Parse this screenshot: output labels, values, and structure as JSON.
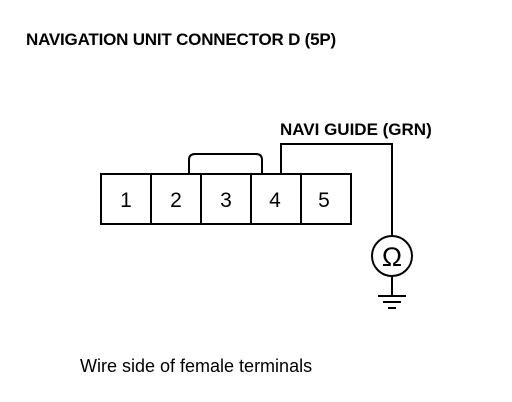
{
  "title": "NAVIGATION UNIT CONNECTOR D (5P)",
  "connector": {
    "terminals": [
      "1",
      "2",
      "3",
      "4",
      "5"
    ]
  },
  "wire_label": "NAVI GUIDE (GRN)",
  "meter_symbol": "Ω",
  "caption": "Wire side of female terminals",
  "colors": {
    "ink": "#000000",
    "background": "#ffffff"
  }
}
